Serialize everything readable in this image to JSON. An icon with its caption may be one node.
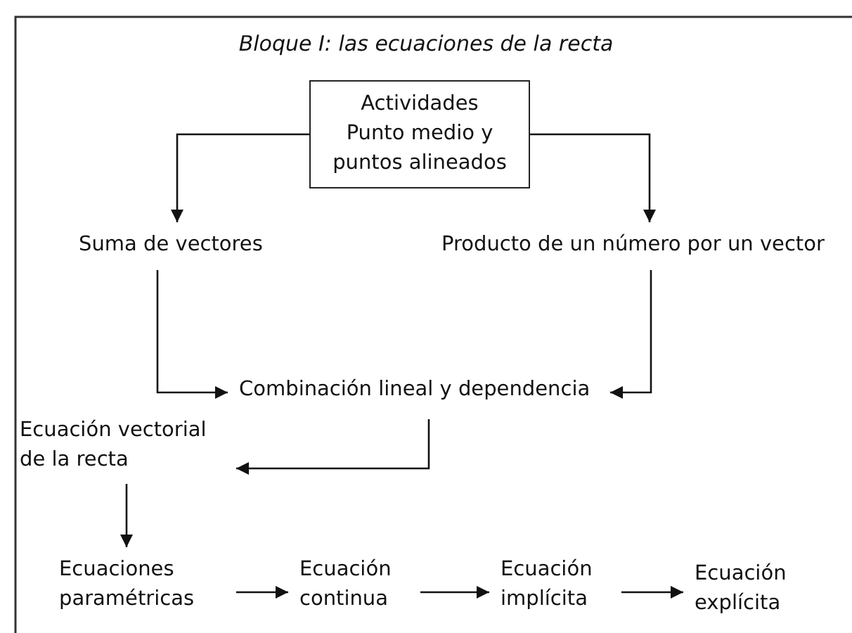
{
  "diagram": {
    "title": "Bloque I: las ecuaciones de la recta",
    "nodes": [
      {
        "text": [
          "Actividades",
          "Punto medio y puntos alineados"
        ]
      },
      {
        "text": [
          "Suma de vectores"
        ]
      },
      {
        "text": [
          "Producto de un número por un vector"
        ]
      },
      {
        "text": [
          "Combinación lineal y dependencia"
        ]
      },
      {
        "text": [
          "Ecuación vectorial de la recta"
        ]
      },
      {
        "text": [
          "Ecuaciones paramétricas"
        ]
      },
      {
        "text": [
          "Ecuación continua"
        ]
      },
      {
        "text": [
          "Ecuación implícita"
        ]
      },
      {
        "text": [
          "Ecuación explícita"
        ]
      }
    ],
    "edges": [
      {
        "from": 0,
        "to": 1,
        "arrow": "to"
      },
      {
        "from": 0,
        "to": 2,
        "arrow": "to"
      },
      {
        "from": 1,
        "to": 3,
        "arrow": "to"
      },
      {
        "from": 2,
        "to": 3,
        "arrow": "to"
      },
      {
        "from": 3,
        "to": 4,
        "arrow": "to"
      },
      {
        "from": 4,
        "to": 5,
        "arrow": "to"
      },
      {
        "from": 5,
        "to": 6,
        "arrow": "to"
      },
      {
        "from": 6,
        "to": 7,
        "arrow": "to"
      },
      {
        "from": 7,
        "to": 8,
        "arrow": "to"
      }
    ]
  }
}
